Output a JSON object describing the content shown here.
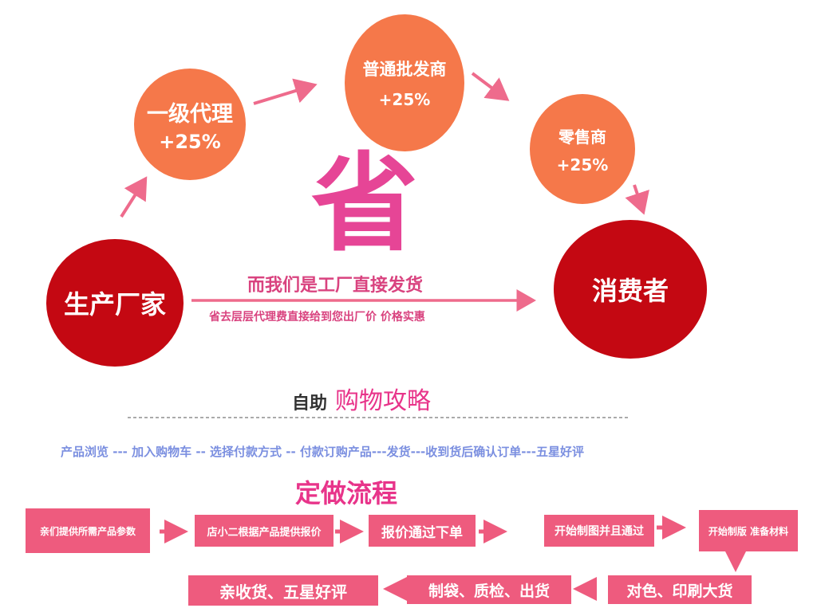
{
  "cycle": {
    "agent_name": "一级代理",
    "agent_markup": "+25%",
    "wholesaler_name": "普通批发商",
    "wholesaler_markup": "+25%",
    "retailer_name": "零售商",
    "retailer_markup": "+25%",
    "manufacturer": "生产厂家",
    "consumer": "消费者",
    "save_char": "省",
    "direct_ship": "而我们是工厂直接发货",
    "direct_ship_sub": "省去层层代理费直接给到您出厂价 价格实惠"
  },
  "self_service": {
    "prefix": "自助",
    "title": "购物攻略",
    "steps_text": "产品浏览 --- 加入购物车 -- 选择付款方式 -- 付款订购产品---发货---收到货后确认订单---五星好评"
  },
  "custom": {
    "title": "定做流程",
    "step1": "亲们提供所需产品参数",
    "step2": "店小二根据产品提供报价",
    "step3": "报价通过下单",
    "step4": "开始制图并且通过",
    "step5": "开始制版 准备材料",
    "step6": "对色、印刷大货",
    "step7": "制袋、质检、出货",
    "step8": "亲收货、五星好评"
  },
  "colors": {
    "orange": "#f5784a",
    "red": "#c40812",
    "pink": "#ee5b7e",
    "magenta": "#e8348a",
    "blue_text": "#7b8fe0"
  }
}
